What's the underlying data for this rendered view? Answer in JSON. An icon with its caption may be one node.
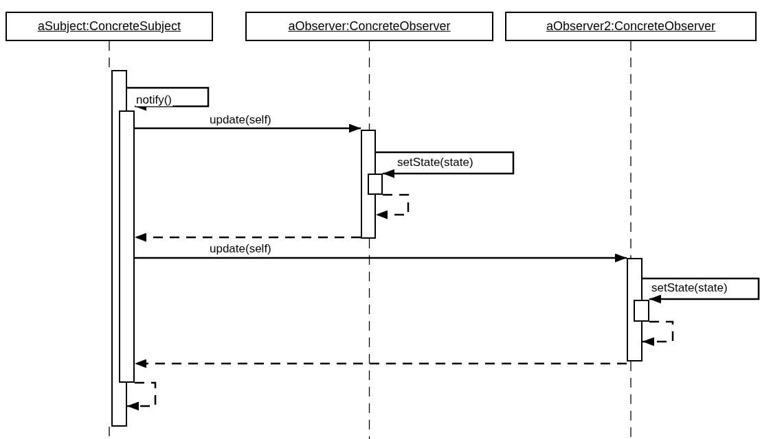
{
  "diagram": {
    "nodes": [
      {
        "text": [
          "aSubject:ConcreteSubject"
        ]
      },
      {
        "text": [
          "aObserver:ConcreteObserver"
        ]
      },
      {
        "text": [
          "aObserver2:ConcreteObserver"
        ]
      },
      {
        "text": [],
        "shape": "bar"
      },
      {
        "text": [],
        "shape": "bar"
      },
      {
        "text": [],
        "shape": "bar"
      },
      {
        "text": [],
        "shape": "bar"
      },
      {
        "text": [],
        "shape": "bar"
      },
      {
        "text": [],
        "shape": "bar"
      }
    ],
    "edges": [
      {
        "from": 0,
        "to": 3,
        "arrow": "none",
        "style": "dashed"
      },
      {
        "from": 1,
        "to": 5,
        "arrow": "none",
        "style": "dashed"
      },
      {
        "from": 2,
        "to": 7,
        "arrow": "none",
        "style": "dashed"
      },
      {
        "from": 3,
        "to": 4,
        "arrow": "to",
        "label": "notify()"
      },
      {
        "from": 4,
        "to": 5,
        "arrow": "to",
        "label": "update(self)"
      },
      {
        "from": 5,
        "to": 6,
        "arrow": "to",
        "label": "setState(state)"
      },
      {
        "from": 6,
        "to": 5,
        "arrow": "to",
        "style": "dashed"
      },
      {
        "from": 5,
        "to": 4,
        "arrow": "to",
        "style": "dashed"
      },
      {
        "from": 4,
        "to": 7,
        "arrow": "to",
        "label": "update(self)"
      },
      {
        "from": 7,
        "to": 8,
        "arrow": "to",
        "label": "setState(state)"
      },
      {
        "from": 8,
        "to": 7,
        "arrow": "to",
        "style": "dashed"
      },
      {
        "from": 7,
        "to": 4,
        "arrow": "to",
        "style": "dashed"
      },
      {
        "from": 4,
        "to": 3,
        "arrow": "to",
        "style": "dashed"
      }
    ]
  }
}
